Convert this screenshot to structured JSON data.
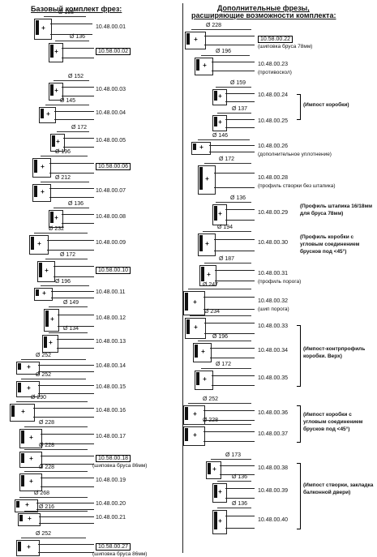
{
  "headers": {
    "left": "Базовый комплект фрез:",
    "right_line1": "Дополнительные фрезы,",
    "right_line2": "расширяющие возможности комплекта:"
  },
  "left_items": [
    {
      "dia": "Ø 188",
      "code": "10.48.00.01"
    },
    {
      "dia": "Ø 136",
      "code": "10.58.00.02",
      "boxed": true
    },
    {
      "dia": "Ø 152",
      "code": "10.48.00.03"
    },
    {
      "dia": "Ø 145",
      "code": "10.48.00.04"
    },
    {
      "dia": "Ø 172",
      "code": "10.48.00.05"
    },
    {
      "dia": "Ø 196",
      "code": "10.58.00.06",
      "boxed": true
    },
    {
      "dia": "Ø 212",
      "code": "10.48.00.07"
    },
    {
      "dia": "Ø 136",
      "code": "10.48.00.08"
    },
    {
      "dia": "Ø 232",
      "code": "10.48.00.09"
    },
    {
      "dia": "Ø 172",
      "code": "10.58.00.10",
      "boxed": true
    },
    {
      "dia": "Ø 196",
      "code": "10.48.00.11"
    },
    {
      "dia": "Ø 149",
      "code": "10.48.00.12"
    },
    {
      "dia": "Ø 134",
      "code": "10.48.00.13"
    },
    {
      "dia": "Ø 252",
      "code": "10.48.00.14"
    },
    {
      "dia": "Ø 252",
      "code": "10.48.00.15"
    },
    {
      "dia": "Ø 290",
      "code": "10.48.00.16"
    },
    {
      "dia": "Ø 228",
      "code": "10.48.00.17"
    },
    {
      "dia": "Ø 228",
      "code": "10.58.00.18",
      "boxed": true,
      "note": "(шиповка бруса 86мм)"
    },
    {
      "dia": "Ø 228",
      "code": "10.48.00.19"
    },
    {
      "dia": "Ø 268",
      "code": "10.48.00.20"
    },
    {
      "dia": "Ø 216",
      "code": "10.48.00.21"
    },
    {
      "dia": "Ø 252",
      "code": "10.58.00.27",
      "boxed": true,
      "note": "(шиповка бруса 86мм)"
    }
  ],
  "right_items": [
    {
      "dia": "Ø 228",
      "code": "10.58.00.22",
      "boxed": true,
      "note": "(шиповка бруса 78мм)"
    },
    {
      "dia": "Ø 196",
      "code": "10.48.00.23",
      "note": "(противоскол)"
    },
    {
      "dia": "Ø 159",
      "code": "10.48.00.24"
    },
    {
      "dia": "Ø 137",
      "code": "10.48.00.25"
    },
    {
      "dia": "Ø 146",
      "code": "10.48.00.26",
      "note": "(дополнительное уплотнение)"
    },
    {
      "dia": "Ø 172",
      "code": "10.48.00.28",
      "note": "(профиль створки без штапика)"
    },
    {
      "dia": "Ø 136",
      "code": "10.48.00.29"
    },
    {
      "dia": "Ø 194",
      "code": "10.48.00.30"
    },
    {
      "dia": "Ø 187",
      "code": "10.48.00.31",
      "note": "(профиль порога)"
    },
    {
      "dia": "Ø 247",
      "code": "10.48.00.32",
      "note": "(шип порога)"
    },
    {
      "dia": "Ø 234",
      "code": "10.48.00.33"
    },
    {
      "dia": "Ø 196",
      "code": "10.48.00.34"
    },
    {
      "dia": "Ø 172",
      "code": "10.48.00.35"
    },
    {
      "dia": "Ø 252",
      "code": "10.48.00.36"
    },
    {
      "dia": "Ø 228",
      "code": "10.48.00.37"
    },
    {
      "dia": "Ø 173",
      "code": "10.48.00.38"
    },
    {
      "dia": "Ø 136",
      "code": "10.48.00.39"
    },
    {
      "dia": "Ø 136",
      "code": "10.48.00.40"
    }
  ],
  "group_notes": {
    "impost": "(Импост коробки)",
    "shtapik": "(Профиль штапика 16/18мм для бруса 78мм)",
    "korobka45": "(Профиль коробки с угловым соединением брусков под <45°)",
    "kontr": "(Импост-контрпрофиль коробки. Верх)",
    "impost45": "(Импост коробки с угловым соединением брусков под <45°)",
    "balkon": "(Импост створки, закладка балконной двери)"
  }
}
